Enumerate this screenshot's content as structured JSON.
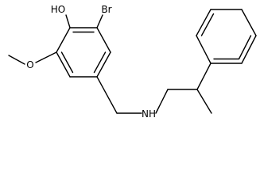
{
  "molecule": {
    "atom_labels": {
      "hydroxyl": "HO",
      "bromine": "Br",
      "methoxy_oxygen": "O",
      "amine": "NH"
    }
  },
  "colors": {
    "bond": "#000000",
    "background": "#ffffff"
  }
}
